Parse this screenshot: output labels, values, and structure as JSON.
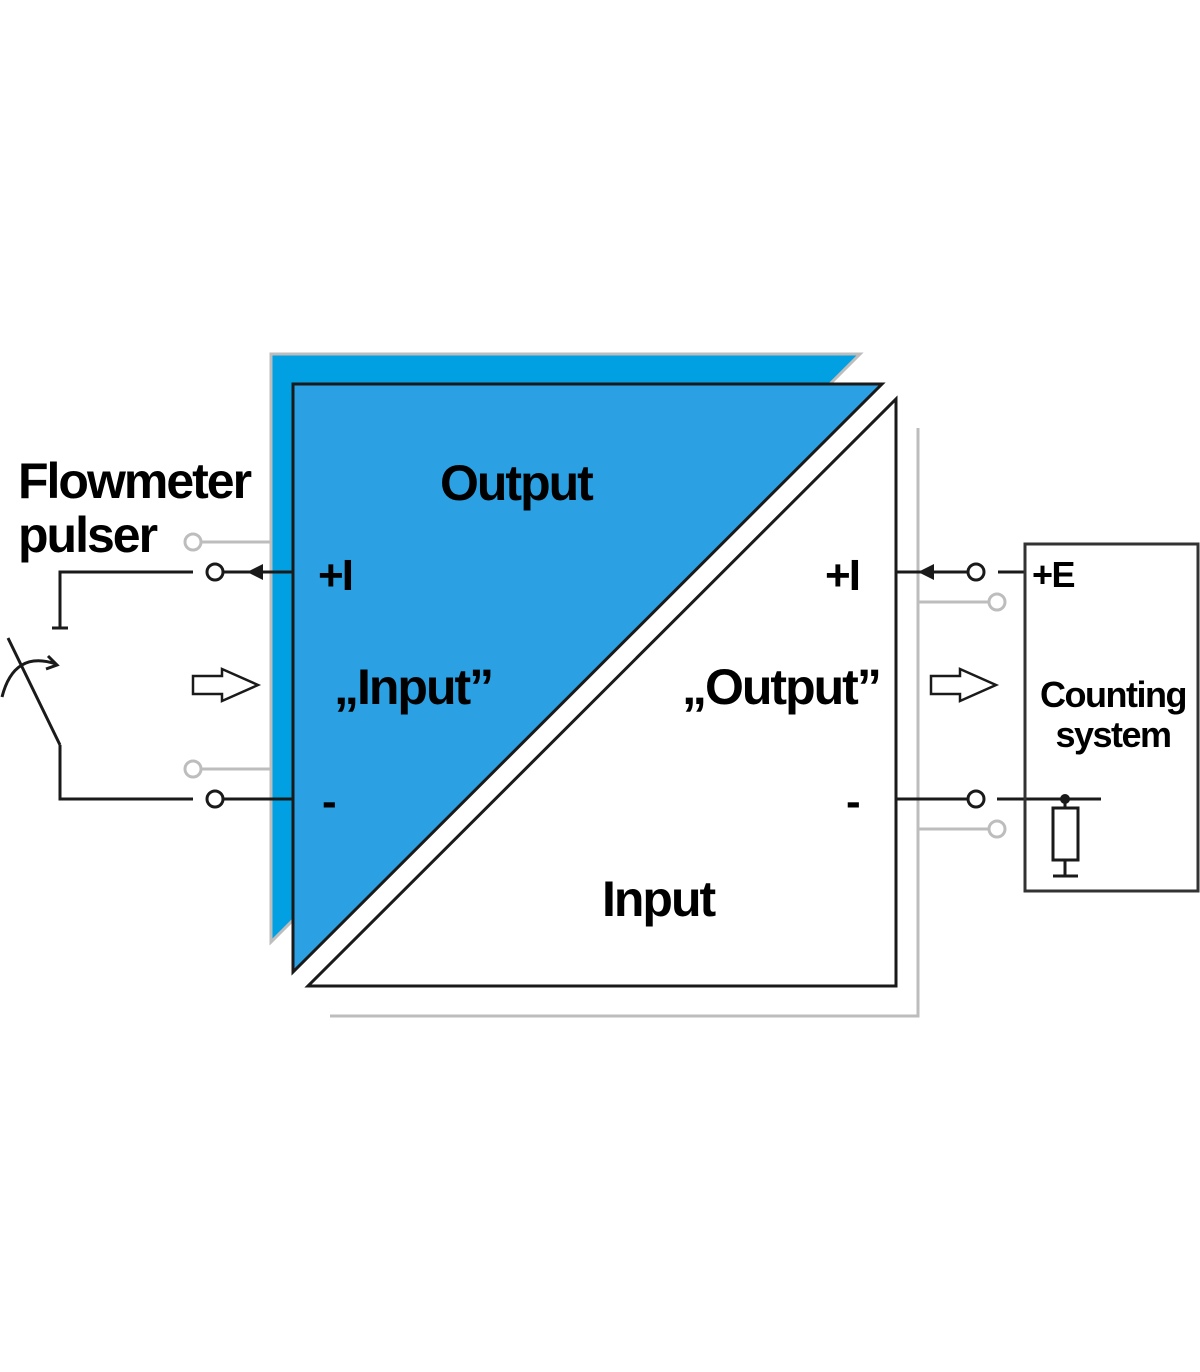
{
  "colors": {
    "blue_back": "#00a0e3",
    "blue_front": "#2ba0e3",
    "gray": "#bdbdbd",
    "line": "#1a1a1a"
  },
  "labels": {
    "source": [
      "Flowmeter",
      "pulser"
    ],
    "output_top": "Output",
    "input_bottom": "Input",
    "left_quoted": "„Input”",
    "right_quoted": "„Output”",
    "left_plus": "+I",
    "left_minus": "-",
    "right_plus": "+I",
    "right_minus": "-",
    "counter_plus": "+E",
    "counter": [
      "Counting",
      "system"
    ]
  },
  "icons": {
    "switch": "contact-switch-icon",
    "signal_arrow": "hollow-arrow-icon",
    "resistor": "resistor-icon",
    "terminal": "terminal-circle-icon",
    "current_arrow": "filled-arrow-icon"
  }
}
